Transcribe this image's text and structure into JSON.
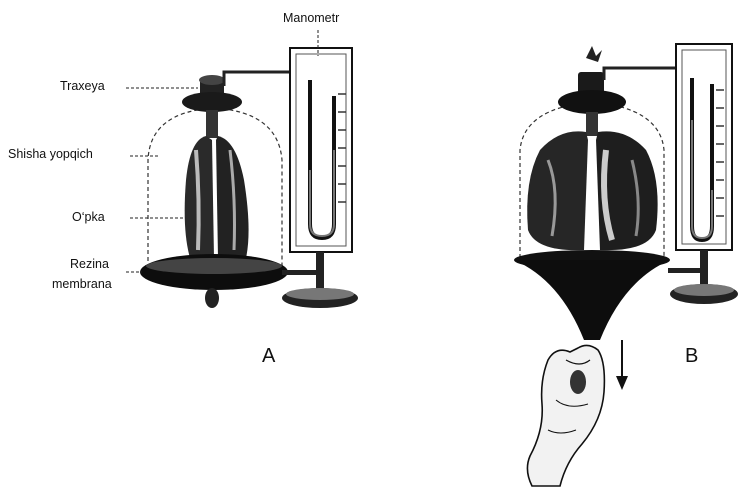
{
  "labels": {
    "manometer": "Manometr",
    "trachea": "Traxeya",
    "glass_cover": "Shisha yopqich",
    "lung": "O‘pka",
    "membrane_line1": "Rezina",
    "membrane_line2": "membrana"
  },
  "panels": {
    "a": "A",
    "b": "B"
  },
  "colors": {
    "ink": "#111111",
    "background": "#ffffff"
  }
}
